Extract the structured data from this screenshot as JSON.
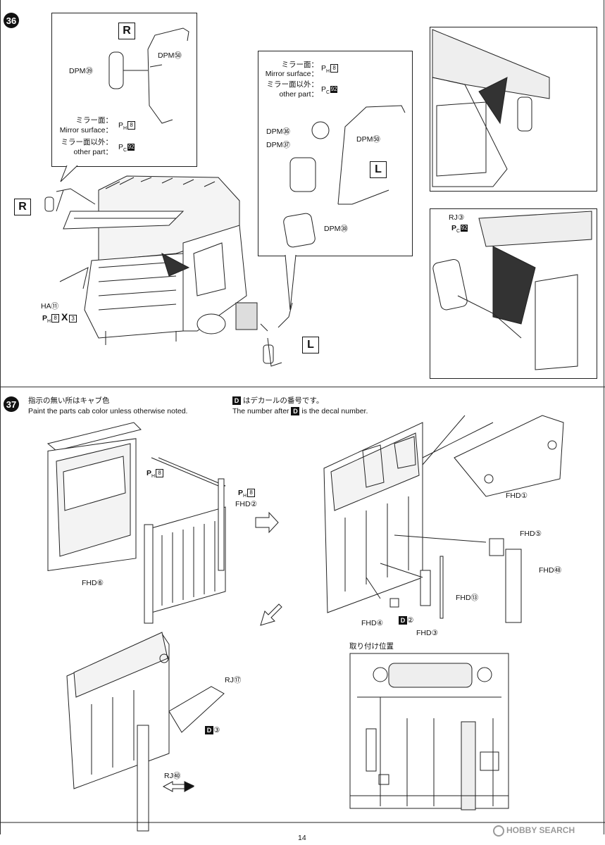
{
  "step36": {
    "number": "36",
    "R_box": {
      "side_label": "R",
      "dpm50": "DPM㊿",
      "dpm39": "DPM㊴",
      "mirror_jp": "ミラー面：",
      "mirror_en": "Mirror surface：",
      "mirror_code": "P",
      "mirror_sub": "H",
      "mirror_num": "8",
      "other_jp": "ミラー面以外：",
      "other_en": "other part：",
      "other_code": "P",
      "other_sub": "C",
      "other_num": "92"
    },
    "L_box": {
      "side_label": "L",
      "mirror_jp": "ミラー面：",
      "mirror_en": "Mirror surface：",
      "mirror_code": "P",
      "mirror_sub": "H",
      "mirror_num": "8",
      "other_jp": "ミラー面以外：",
      "other_en": "other part：",
      "other_code": "P",
      "other_sub": "C",
      "other_num": "92",
      "dpm36": "DPM㊱",
      "dpm37": "DPM㊲",
      "dpm51": "DPM㊿",
      "dpm38": "DPM㊳"
    },
    "main": {
      "side_R": "R",
      "side_L": "L",
      "ha_label": "HA⑪",
      "ha_code": "P",
      "ha_sub": "H",
      "ha_num": "8",
      "ha_x": "X",
      "ha_warn": "3"
    },
    "detail": {
      "rj_label": "RJ③",
      "rj_code": "P",
      "rj_sub": "C",
      "rj_num": "92"
    }
  },
  "step37": {
    "number": "37",
    "note_jp": "指示の無い所はキャブ色",
    "note_en": "Paint the parts cab color unless otherwise noted.",
    "decal_jp": "はデカールの番号です。",
    "decal_d": "D",
    "decal_en_a": "The number after",
    "decal_en_b": "is the decal number.",
    "labels": {
      "ph8_a": "8",
      "ph8_b": "8",
      "ph8_c": "8",
      "fhd2": "FHD②",
      "fhd6": "FHD⑥",
      "fhd1": "FHD①",
      "fhd5": "FHD⑤",
      "fhd48": "FHD㊽",
      "fhd13": "FHD⑬",
      "fhd4": "FHD④",
      "fhd3": "FHD③",
      "d2": "②",
      "d3": "③",
      "rj17": "RJ⑰",
      "rj40": "RJ㊵",
      "position_jp": "取り付け位置",
      "p": "P",
      "h": "H"
    }
  },
  "footer": {
    "page": "14",
    "watermark": "HOBBY SEARCH"
  }
}
